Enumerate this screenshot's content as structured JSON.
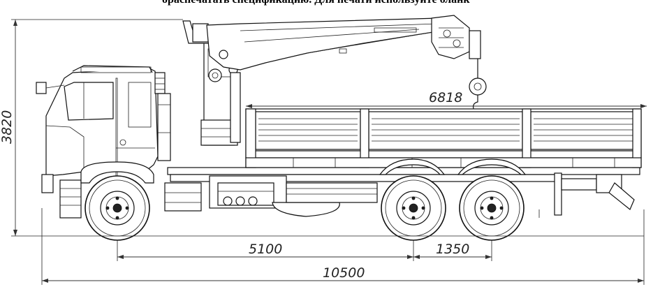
{
  "header_fragment": "ораспечатать спецификацию. Для печати используйте бланк",
  "dimensions": {
    "height_overall": "3820",
    "boom_reach": "6818",
    "wheelbase_front": "5100",
    "wheelbase_rear": "1350",
    "length_overall": "10500"
  },
  "colors": {
    "line": "#111111",
    "background": "#ffffff"
  }
}
